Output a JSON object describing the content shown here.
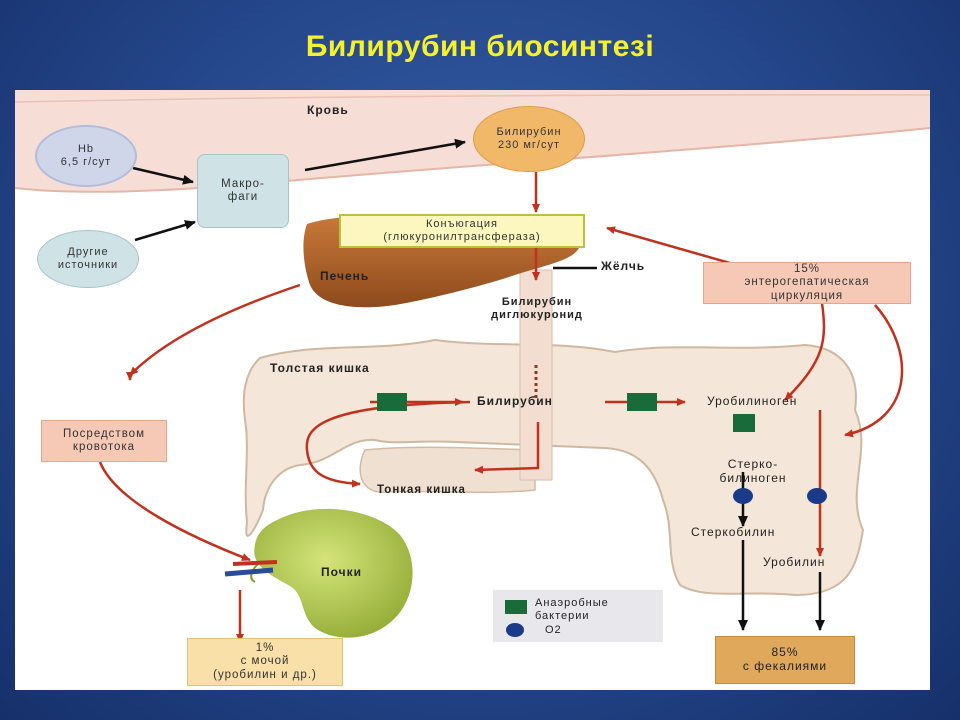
{
  "slide": {
    "title": "Билирубин биосинтезі"
  },
  "diagram": {
    "blood": "Кровь",
    "hb": {
      "line1": "Hb",
      "line2": "6,5 г/сут"
    },
    "macrophages": {
      "line1": "Макро-",
      "line2": "фаги"
    },
    "other_sources": {
      "line1": "Другие",
      "line2": "источники"
    },
    "bilirubin_blood": {
      "line1": "Билирубин",
      "line2": "230 мг/сут"
    },
    "conjugation": {
      "line1": "Конъюгация",
      "line2": "(глюкуронилтрансфераза)"
    },
    "bile": "Жёлчь",
    "liver": "Печень",
    "bilirubin_diglucuronide": {
      "line1": "Билирубин",
      "line2": "диглюкуронид"
    },
    "enterohepatic": {
      "line1": "15%",
      "line2": "энтерогепатическая",
      "line3": "циркуляция"
    },
    "large_intestine": "Толстая кишка",
    "bilirubin_gut": "Билирубин",
    "urobilinogen": "Уробилиноген",
    "via_bloodstream": {
      "line1": "Посредством",
      "line2": "кровотока"
    },
    "stercobilinogen": {
      "line1": "Стерко-",
      "line2": "билиноген"
    },
    "small_intestine": "Тонкая кишка",
    "stercobilin": "Стеркобилин",
    "kidneys": "Почки",
    "urobilin": "Уробилин",
    "legend": {
      "anaerobic_line1": "Анаэробные",
      "anaerobic_line2": "бактерии",
      "oxygen": "O2"
    },
    "urine": {
      "line1": "1%",
      "line2": "с мочой",
      "line3": "(уробилин и др.)"
    },
    "feces": {
      "line1": "85%",
      "line2": "с фекалиями"
    }
  },
  "colors": {
    "title": "#f7f12c",
    "arrow": "#c0321e",
    "anaerobic_bacteria": "#1a6b3a",
    "oxygen": "#1a3a8a",
    "liver": "#b5652a",
    "kidney": "#a8c242"
  }
}
